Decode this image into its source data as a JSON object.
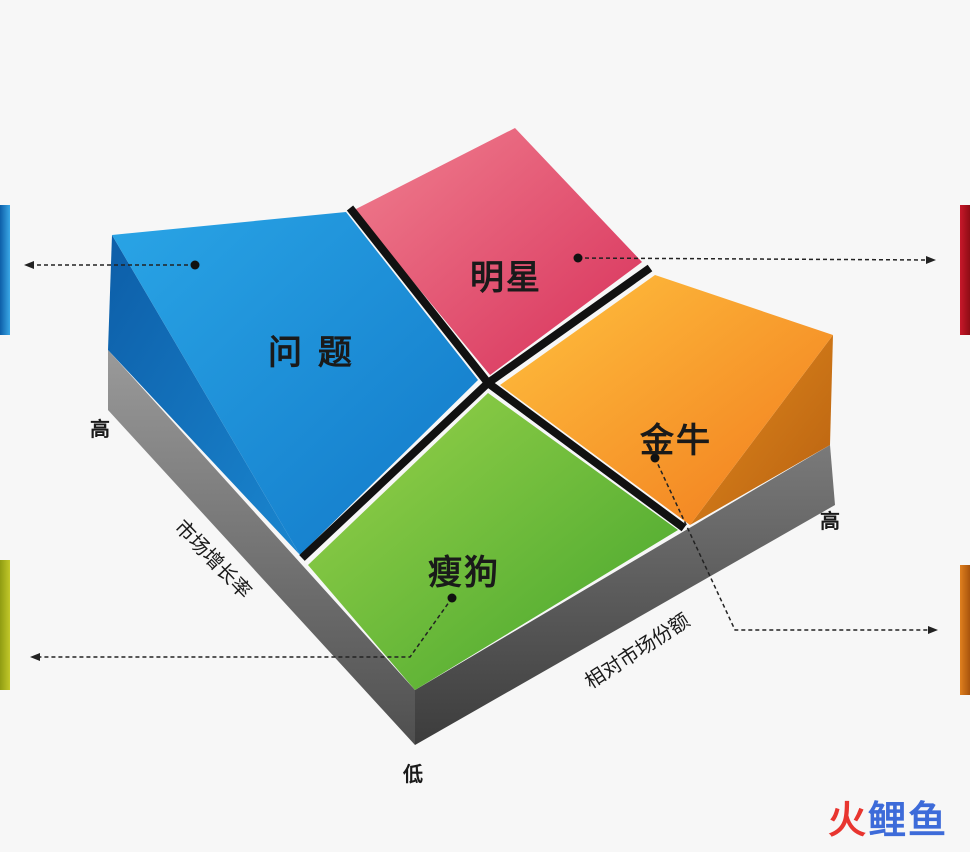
{
  "quadrants": {
    "question": "问 题",
    "star": "明星",
    "cash_cow": "金牛",
    "dog": "瘦狗"
  },
  "axes": {
    "growth_title": "市场增长率",
    "share_title": "相对市场份额",
    "high_left": "高",
    "high_right": "高",
    "low": "低"
  },
  "watermark": {
    "part1": "火",
    "part2": "鲤鱼"
  },
  "colors": {
    "question": "#1f8fd6",
    "star": "#e0466a",
    "cash_cow": "#f7a21f",
    "dog": "#6cbf2e",
    "bar_blue": "#1e7fc9",
    "bar_red": "#b3121c",
    "bar_green": "#a7b219",
    "bar_orange": "#c86b13"
  }
}
